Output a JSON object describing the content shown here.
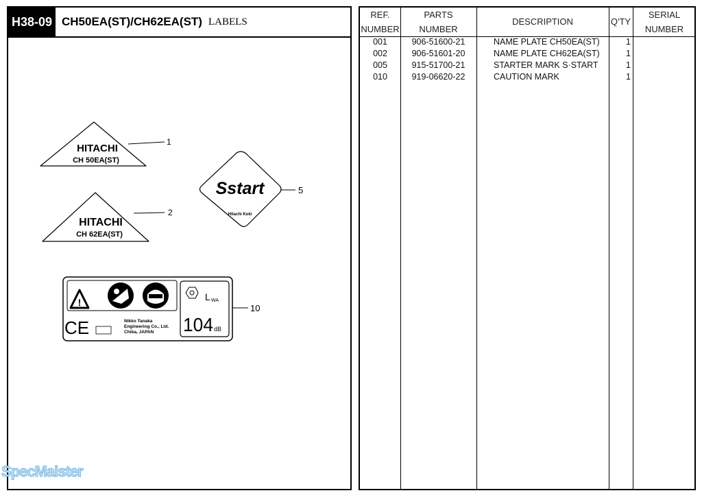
{
  "header": {
    "code": "H38-09",
    "model": "CH50EA(ST)/CH62EA(ST)",
    "section": "LABELS"
  },
  "diagram": {
    "plate1": {
      "brand": "HITACHI",
      "model": "CH 50EA(ST)",
      "callout": "1"
    },
    "plate2": {
      "brand": "HITACHI",
      "model": "CH 62EA(ST)",
      "callout": "2"
    },
    "starter": {
      "logo": "Sstart",
      "maker": "Hitachi Koki",
      "callout": "5"
    },
    "caution": {
      "maker_lines": [
        "Nikko Tanaka",
        "Engineering Co., Ltd.",
        "Chiba, JAPAN"
      ],
      "lwa_label": "L",
      "lwa_sub": "WA",
      "level": "104",
      "unit": "dB",
      "ce": "CE",
      "callout": "10"
    }
  },
  "table": {
    "headers": [
      [
        "REF.",
        "NUMBER"
      ],
      [
        "PARTS",
        "NUMBER"
      ],
      [
        "DESCRIPTION"
      ],
      [
        "Q'TY"
      ],
      [
        "SERIAL",
        "NUMBER"
      ]
    ],
    "rows": [
      {
        "ref": "001",
        "part": "906-51600-21",
        "desc": "NAME PLATE CH50EA(ST)",
        "qty": "1",
        "serial": ""
      },
      {
        "ref": "002",
        "part": "906-51601-20",
        "desc": "NAME PLATE CH62EA(ST)",
        "qty": "1",
        "serial": ""
      },
      {
        "ref": "005",
        "part": "915-51700-21",
        "desc": "STARTER MARK S·START",
        "qty": "1",
        "serial": ""
      },
      {
        "ref": "010",
        "part": "919-06620-22",
        "desc": "CAUTION MARK",
        "qty": "1",
        "serial": ""
      }
    ]
  },
  "watermark": "SpecMaister"
}
